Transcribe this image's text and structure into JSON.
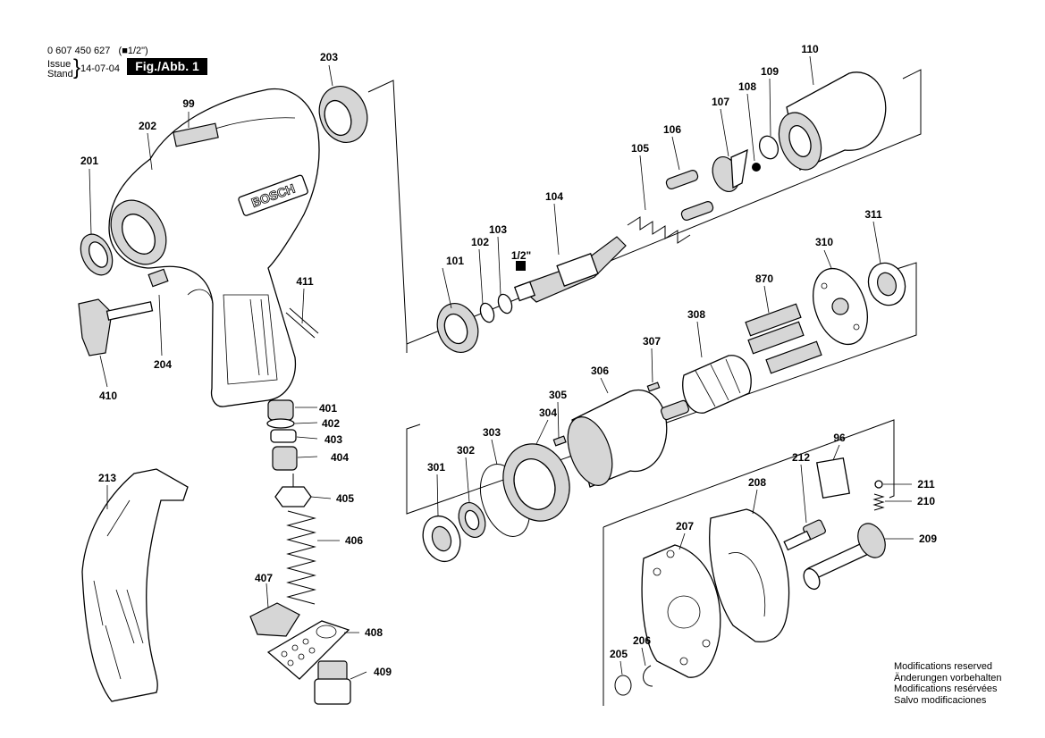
{
  "header": {
    "doc_number": "0 607 450 627",
    "drive_size": "(■1/2\")",
    "issue_label": "Issue",
    "stand_label": "Stand",
    "issue_date": "14-07-04",
    "figure_tag": "Fig./Abb. 1"
  },
  "housing": {
    "brand": "BOSCH"
  },
  "drive_annotation": "1/2\"",
  "parts": [
    {
      "id": "99"
    },
    {
      "id": "101"
    },
    {
      "id": "102"
    },
    {
      "id": "103"
    },
    {
      "id": "104"
    },
    {
      "id": "105"
    },
    {
      "id": "106"
    },
    {
      "id": "107"
    },
    {
      "id": "108"
    },
    {
      "id": "109"
    },
    {
      "id": "110"
    },
    {
      "id": "201"
    },
    {
      "id": "202"
    },
    {
      "id": "203"
    },
    {
      "id": "204"
    },
    {
      "id": "205"
    },
    {
      "id": "206"
    },
    {
      "id": "207"
    },
    {
      "id": "208"
    },
    {
      "id": "209"
    },
    {
      "id": "210"
    },
    {
      "id": "211"
    },
    {
      "id": "212"
    },
    {
      "id": "213"
    },
    {
      "id": "96"
    },
    {
      "id": "301"
    },
    {
      "id": "302"
    },
    {
      "id": "303"
    },
    {
      "id": "304"
    },
    {
      "id": "305"
    },
    {
      "id": "306"
    },
    {
      "id": "307"
    },
    {
      "id": "308"
    },
    {
      "id": "310"
    },
    {
      "id": "311"
    },
    {
      "id": "870"
    },
    {
      "id": "401"
    },
    {
      "id": "402"
    },
    {
      "id": "403"
    },
    {
      "id": "404"
    },
    {
      "id": "405"
    },
    {
      "id": "406"
    },
    {
      "id": "407"
    },
    {
      "id": "408"
    },
    {
      "id": "409"
    },
    {
      "id": "410"
    },
    {
      "id": "411"
    }
  ],
  "notice": [
    "Modifications reserved",
    "Änderungen vorbehalten",
    "Modifications resérvées",
    "Salvo modificaciones"
  ]
}
